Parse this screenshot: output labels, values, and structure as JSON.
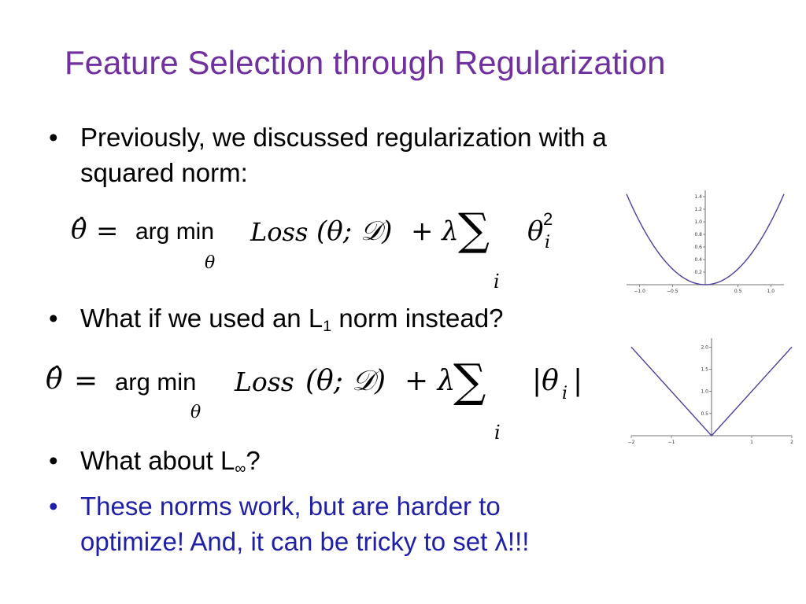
{
  "slide": {
    "title": "Feature Selection through Regularization",
    "bullet1_line1": "Previously, we discussed regularization with a",
    "bullet1_line2": "squared norm:",
    "bullet2_pre": "What if we used an L",
    "bullet2_sub": "1",
    "bullet2_post": " norm instead?",
    "bullet3_pre": "What about L",
    "bullet3_sub": "∞",
    "bullet3_post": "?",
    "bullet4_line1": "These norms work, but are harder to",
    "bullet4_line2": "optimize! And, it can be tricky to set λ!!!",
    "bullet_glyph": "•",
    "colors": {
      "title": "#7030a0",
      "emphasis": "#1f1fa8",
      "curve": "#4b3f9e"
    }
  },
  "eq1": {
    "lhs": "θ̂",
    "eq": "=",
    "op": "arg min",
    "under": "θ",
    "loss": "Loss",
    "args": "(θ; 𝒟)",
    "plus": "+ λ",
    "sum": "∑",
    "sum_under": "i",
    "term": "θ",
    "term_sup": "2",
    "term_sub": "i"
  },
  "eq2": {
    "lhs": "θ̂",
    "eq": "=",
    "op": "arg min",
    "under": "θ",
    "loss": "Loss",
    "args": "(θ; 𝒟)",
    "plus": "+ λ",
    "sum": "∑",
    "sum_under": "i",
    "term": "|θ",
    "term_sub": "i",
    "term_close": "|"
  },
  "chart_data": [
    {
      "type": "line",
      "function": "x^2",
      "x": [
        -1.1,
        -1.0,
        -0.75,
        -0.5,
        -0.25,
        0,
        0.25,
        0.5,
        0.75,
        1.0,
        1.1
      ],
      "y": [
        1.21,
        1.0,
        0.5625,
        0.25,
        0.0625,
        0,
        0.0625,
        0.25,
        0.5625,
        1.0,
        1.21
      ],
      "xlim": [
        -1.2,
        1.2
      ],
      "ylim": [
        0,
        1.5
      ],
      "xticks": [
        "−1.0",
        "−0.5",
        "0.5",
        "1.0"
      ],
      "yticks": [
        "0.2",
        "0.4",
        "0.6",
        "0.8",
        "1.0",
        "1.2",
        "1.4"
      ]
    },
    {
      "type": "line",
      "function": "|x|",
      "x": [
        -2,
        -1,
        0,
        1,
        2
      ],
      "y": [
        2,
        1,
        0,
        1,
        2
      ],
      "xlim": [
        -2,
        2
      ],
      "ylim": [
        0,
        2.2
      ],
      "xticks": [
        "−2",
        "−1",
        "1",
        "2"
      ],
      "yticks": [
        "0.5",
        "1.0",
        "1.5",
        "2.0"
      ]
    }
  ]
}
